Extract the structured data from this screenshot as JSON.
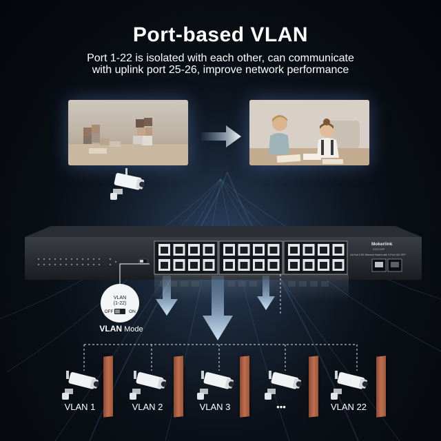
{
  "title": "Port-based VLAN",
  "subtitle_line1": "Port 1-22 is isolated with each other, can communicate",
  "subtitle_line2": "with uplink port 25-26, improve network performance",
  "switch": {
    "brand": "Mokerlink",
    "model": "X2G2100P",
    "description": "24-Port 2.5G Ethernet Switch with 2-Port 10G SFP"
  },
  "vlan_dial": {
    "header1": "VLAN",
    "header2": "(1-22)",
    "off": "OFF",
    "on": "ON",
    "mode_word": "VLAN",
    "mode_suffix": " Mode"
  },
  "vlan_labels": [
    "VLAN 1",
    "VLAN 2",
    "VLAN 3",
    "•••",
    "VLAN 22"
  ],
  "colors": {
    "accent_arrow": "#a9d7ff",
    "dash_line": "#d9e4f2",
    "wall": "#c06f4f"
  },
  "icons": [
    "security-camera-icon",
    "arrow-right-icon",
    "arrow-down-icon",
    "toggle-switch-icon"
  ]
}
